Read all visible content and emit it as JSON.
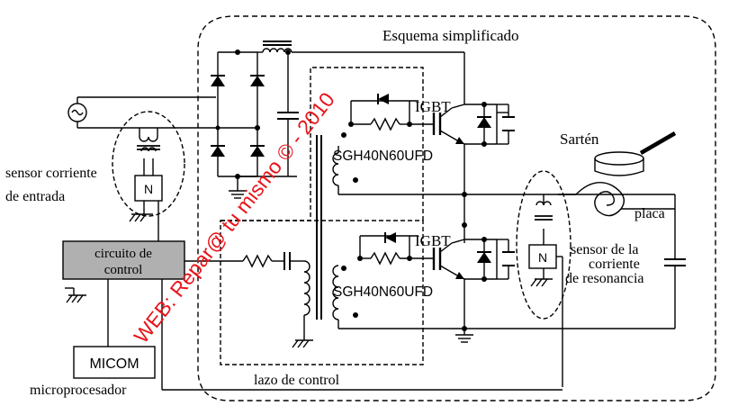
{
  "labels": {
    "title": "Esquema simplificado",
    "igbt_top": "IGBT",
    "igbt_bottom": "IGBT",
    "part_top": "SGH40N60UFD",
    "part_bottom": "SGH40N60UFD",
    "sensor_input_1": "sensor corriente",
    "sensor_input_2": "de entrada",
    "control_circuit_1": "circuito de",
    "control_circuit_2": "control",
    "micom": "MICOM",
    "microprocessor": "microprocesador",
    "control_loop": "lazo de control",
    "pan": "Sartén",
    "plate": "placa",
    "resonance_1": "sensor de la",
    "resonance_2": "corriente",
    "resonance_3": "de  resonancia",
    "sensor_symbol_left": "N",
    "sensor_symbol_right": "N"
  },
  "watermark": {
    "text": "WEB: Repar@ tu mismo © - 2010",
    "color": "#e8141b"
  },
  "colors": {
    "line": "#000000",
    "control_box_fill": "#b0b0b0"
  }
}
